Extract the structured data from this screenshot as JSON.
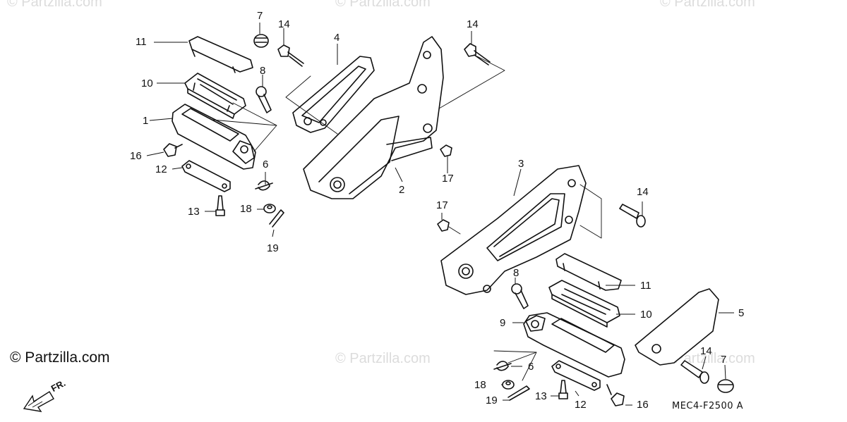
{
  "watermarks": [
    "© Partzilla.com",
    "© Partzilla.com",
    "© Partzilla.com",
    "© Partzilla.com",
    "© Partzilla.com"
  ],
  "copyright": "© Partzilla.com",
  "diagram_code": "MEC4-F2500 A",
  "front_indicator": "FR.",
  "callouts": {
    "c1": "1",
    "c2": "2",
    "c3": "3",
    "c4": "4",
    "c5": "5",
    "c6a": "6",
    "c6b": "6",
    "c7a": "7",
    "c7b": "7",
    "c8a": "8",
    "c8b": "8",
    "c9": "9",
    "c10a": "10",
    "c10b": "10",
    "c11a": "11",
    "c11b": "11",
    "c12a": "12",
    "c12b": "12",
    "c13a": "13",
    "c13b": "13",
    "c14a": "14",
    "c14b": "14",
    "c14c": "14",
    "c14d": "14",
    "c16a": "16",
    "c16b": "16",
    "c17a": "17",
    "c17b": "17",
    "c18a": "18",
    "c18b": "18",
    "c19a": "19",
    "c19b": "19"
  }
}
